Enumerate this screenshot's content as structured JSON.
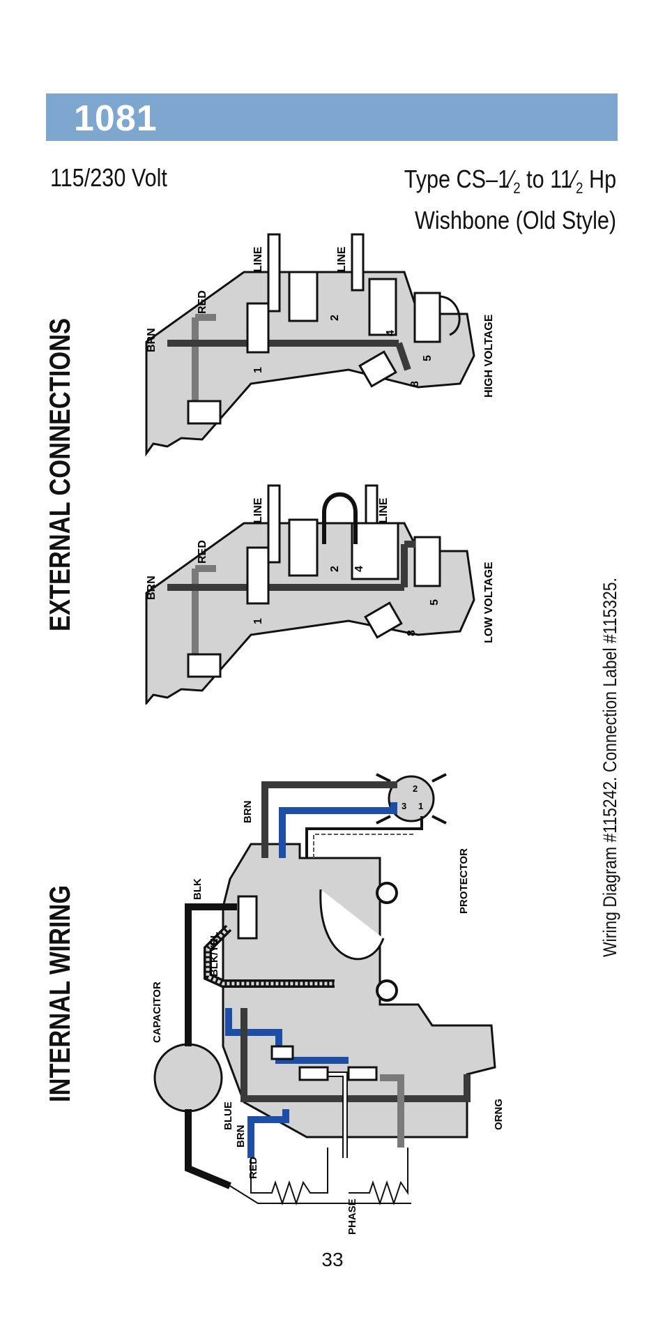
{
  "header": {
    "model_number": "1081"
  },
  "specs": {
    "voltage": "115/230 Volt",
    "type_pre": "Type CS–",
    "type_frac1": "1⁄",
    "type_frac1_den": "2",
    "type_mid": " to 1",
    "type_frac2": "1⁄",
    "type_frac2_den": "2",
    "type_post": " Hp",
    "style": "Wishbone (Old Style)"
  },
  "sections": {
    "external": "EXTERNAL CONNECTIONS",
    "internal": "INTERNAL WIRING"
  },
  "high_voltage_diagram": {
    "caption": "HIGH VOLTAGE",
    "wire_labels": {
      "brn": "BRN",
      "red": "RED",
      "line_a": "LINE",
      "line_b": "LINE"
    },
    "terminals": [
      "1",
      "2",
      "4",
      "8",
      "5"
    ]
  },
  "low_voltage_diagram": {
    "caption": "LOW VOLTAGE",
    "wire_labels": {
      "brn": "BRN",
      "red": "RED",
      "line_a": "LINE",
      "line_b": "LINE"
    },
    "terminals": [
      "1",
      "2",
      "4",
      "8",
      "5"
    ]
  },
  "internal_wiring": {
    "labels": {
      "capacitor": "CAPACITOR",
      "blk": "BLK",
      "blk_yel": "BLK/YEL",
      "blue": "BLUE",
      "brn_top": "BRN",
      "brn_bottom": "BRN",
      "red": "RED",
      "protector": "PROTECTOR",
      "orng": "ORNG",
      "phase": "PHASE"
    },
    "protector_terminals": [
      "2",
      "3",
      "1"
    ]
  },
  "footer": {
    "caption": "Wiring Diagram #115242.  Connection Label  #115325.",
    "page_number": "33"
  },
  "colors": {
    "banner": "#7da7cf",
    "plate": "#d3d3d3",
    "blue_wire": "#1e4fa8",
    "dark_wire": "#3a3a3a",
    "gray_wire": "#7a7a7a"
  }
}
